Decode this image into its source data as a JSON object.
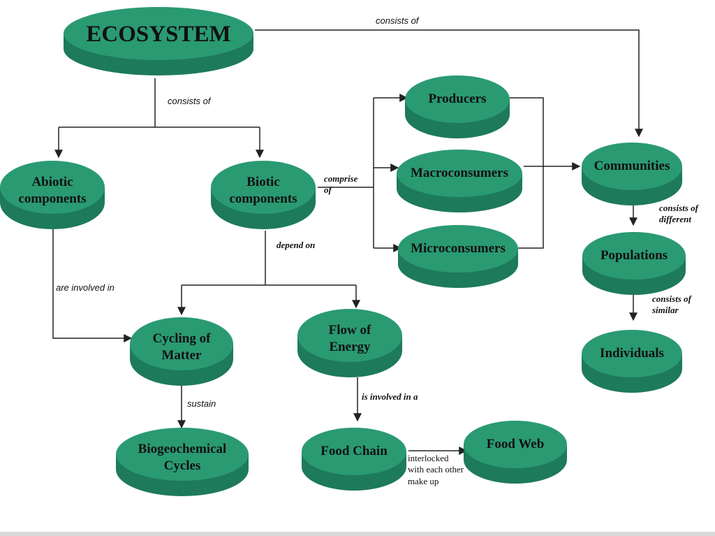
{
  "colors": {
    "node_top": "#2a9a72",
    "node_side": "#1d7a5a",
    "line": "#222222"
  },
  "nodes": {
    "ecosystem": "ECOSYSTEM",
    "abiotic": "Abiotic\ncomponents",
    "biotic": "Biotic\ncomponents",
    "producers": "Producers",
    "macroconsumers": "Macroconsumers",
    "microconsumers": "Microconsumers",
    "communities": "Communities",
    "populations": "Populations",
    "individuals": "Individuals",
    "cycling": "Cycling of\nMatter",
    "flow": "Flow of\nEnergy",
    "biogeo": "Biogeochemical\nCycles",
    "foodchain": "Food Chain",
    "foodweb": "Food Web"
  },
  "edges": {
    "eco_consists": "consists of",
    "eco_consists_top": "consists of",
    "comprise": "comprise\nof",
    "depend": "depend  on",
    "involved_in": "are involved in",
    "sustain": "sustain",
    "involved_a": "is involved  in a",
    "comm_consists": "consists of\ndifferent",
    "pop_consists": "consists of\nsimilar",
    "interlocked": "interlocked\nwith each other\nmake up"
  }
}
